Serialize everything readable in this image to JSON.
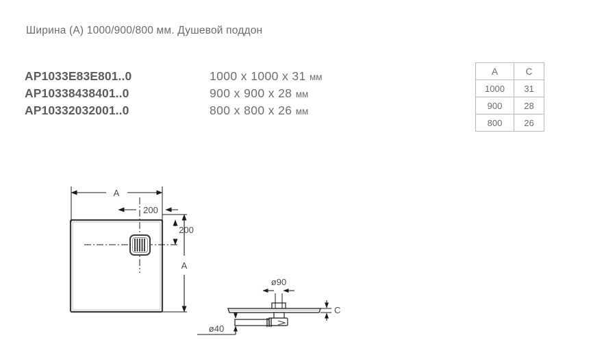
{
  "page": {
    "title": "Ширина (A) 1000/900/800 мм. Душевой поддон",
    "background_color": "#ffffff",
    "text_color": "#595959"
  },
  "products": [
    {
      "code": "AP1033E83E801..0",
      "dimensions": "1000 x 1000 x 31",
      "unit": "мм"
    },
    {
      "code": "AP10338438401..0",
      "dimensions": "900 x 900 x 28",
      "unit": "мм"
    },
    {
      "code": "AP10332032001..0",
      "dimensions": "800 x 800 x 26",
      "unit": "мм"
    }
  ],
  "spec_table": {
    "headers": [
      "A",
      "C"
    ],
    "rows": [
      [
        "1000",
        "31"
      ],
      [
        "900",
        "28"
      ],
      [
        "800",
        "26"
      ]
    ]
  },
  "plan_view": {
    "label_width_top": "A",
    "label_height_right": "A",
    "label_drain_offset_x": "200",
    "label_drain_offset_y": "200"
  },
  "section_view": {
    "label_drain_diameter": "ø90",
    "label_outlet_diameter": "ø40",
    "label_thickness": "C"
  }
}
